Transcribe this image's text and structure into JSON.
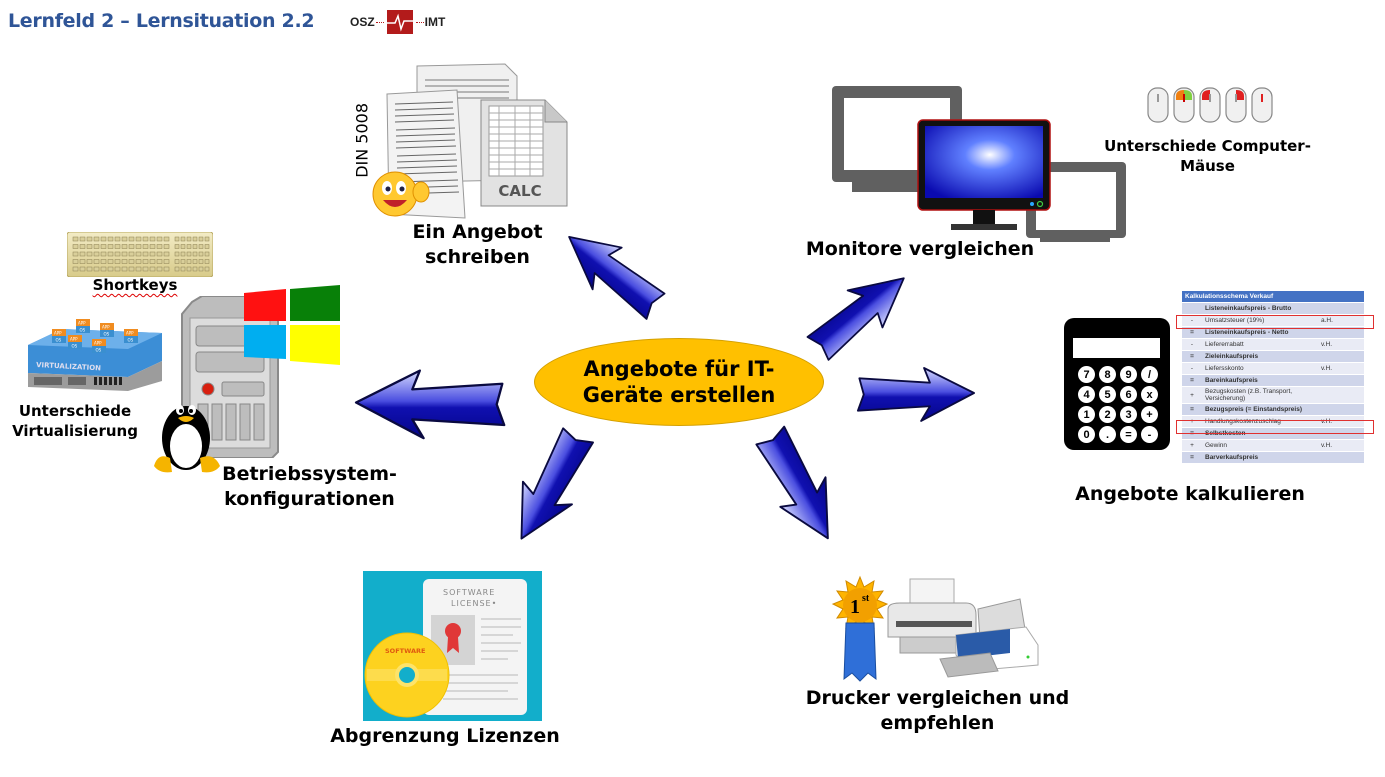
{
  "header": {
    "title": "Lernfeld 2 – Lernsituation 2.2",
    "logo_left": "OSZ",
    "logo_right": "IMT"
  },
  "center": {
    "line1": "Angebote für IT-",
    "line2": "Geräte erstellen",
    "fill_color": "#ffc000"
  },
  "arrow_color": "#1a1aa8",
  "topics": {
    "angebot": {
      "line1": "Ein Angebot",
      "line2": "schreiben",
      "din_label": "DIN 5008",
      "calc_label": "CALC"
    },
    "monitore": {
      "label": "Monitore vergleichen"
    },
    "maeuse": {
      "line1": "Unterschiede Computer-",
      "line2": "Mäuse"
    },
    "kalkulieren": {
      "label": "Angebote kalkulieren"
    },
    "drucker": {
      "line1": "Drucker vergleichen und",
      "line2": "empfehlen",
      "award": "1",
      "award_sup": "st"
    },
    "lizenzen": {
      "label": "Abgrenzung Lizenzen",
      "license_title1": "SOFTWARE",
      "license_title2": "LICENSE",
      "disc_label": "SOFTWARE"
    },
    "betriebssystem": {
      "line1": "Betriebssystem-",
      "line2": "konfigurationen"
    },
    "virtualisierung": {
      "line1": "Unterschiede",
      "line2": "Virtualisierung",
      "badge": "VIRTUALIZATION",
      "app": "APP",
      "os": "OS"
    },
    "shortkeys": {
      "label": "Shortkeys"
    }
  },
  "calculator_keys": [
    "7",
    "8",
    "9",
    "/",
    "4",
    "5",
    "6",
    "x",
    "1",
    "2",
    "3",
    "+",
    "0",
    ".",
    "=",
    "-"
  ],
  "calc_schema": {
    "title": "Kalkulationsschema  Verkauf",
    "rows": [
      {
        "op": "",
        "label": "Listeneinkaufspreis - Brutto",
        "unit": "",
        "style": "b"
      },
      {
        "op": "-",
        "label": "Umsatzsteuer (19%)",
        "unit": "a.H.",
        "style": "n",
        "highlight": true
      },
      {
        "op": "=",
        "label": "Listeneinkaufspreis - Netto",
        "unit": "",
        "style": "b"
      },
      {
        "op": "-",
        "label": "Liefererrabatt",
        "unit": "v.H.",
        "style": "n"
      },
      {
        "op": "=",
        "label": "Zieleinkaufspreis",
        "unit": "",
        "style": "b"
      },
      {
        "op": "-",
        "label": "Liefersskonto",
        "unit": "v.H.",
        "style": "n"
      },
      {
        "op": "=",
        "label": "Bareinkaufspreis",
        "unit": "",
        "style": "b"
      },
      {
        "op": "+",
        "label": "Bezugskosten (z.B. Transport, Versicherung)",
        "unit": "",
        "style": "n"
      },
      {
        "op": "=",
        "label": "Bezugspreis (= Einstandspreis)",
        "unit": "",
        "style": "b"
      },
      {
        "op": "+",
        "label": "Handlungskostenzuschlag",
        "unit": "v.H.",
        "style": "n",
        "highlight": true
      },
      {
        "op": "=",
        "label": "Selbstkosten",
        "unit": "",
        "style": "b"
      },
      {
        "op": "+",
        "label": "Gewinn",
        "unit": "v.H.",
        "style": "n"
      },
      {
        "op": "=",
        "label": "Barverkaufspreis",
        "unit": "",
        "style": "b"
      }
    ]
  }
}
